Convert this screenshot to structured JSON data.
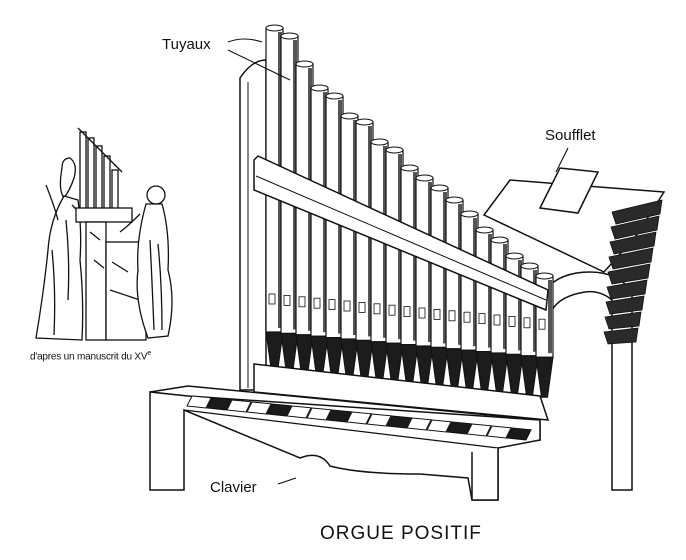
{
  "labels": {
    "pipes": "Tuyaux",
    "bellows": "Soufflet",
    "keyboard": "Clavier",
    "caption": "d'apres un manuscrit du XV",
    "caption_sup": "e",
    "title": "ORGUE POSITIF"
  },
  "colors": {
    "ink": "#111111",
    "paper": "#ffffff",
    "shade": "#2a2a2a"
  }
}
